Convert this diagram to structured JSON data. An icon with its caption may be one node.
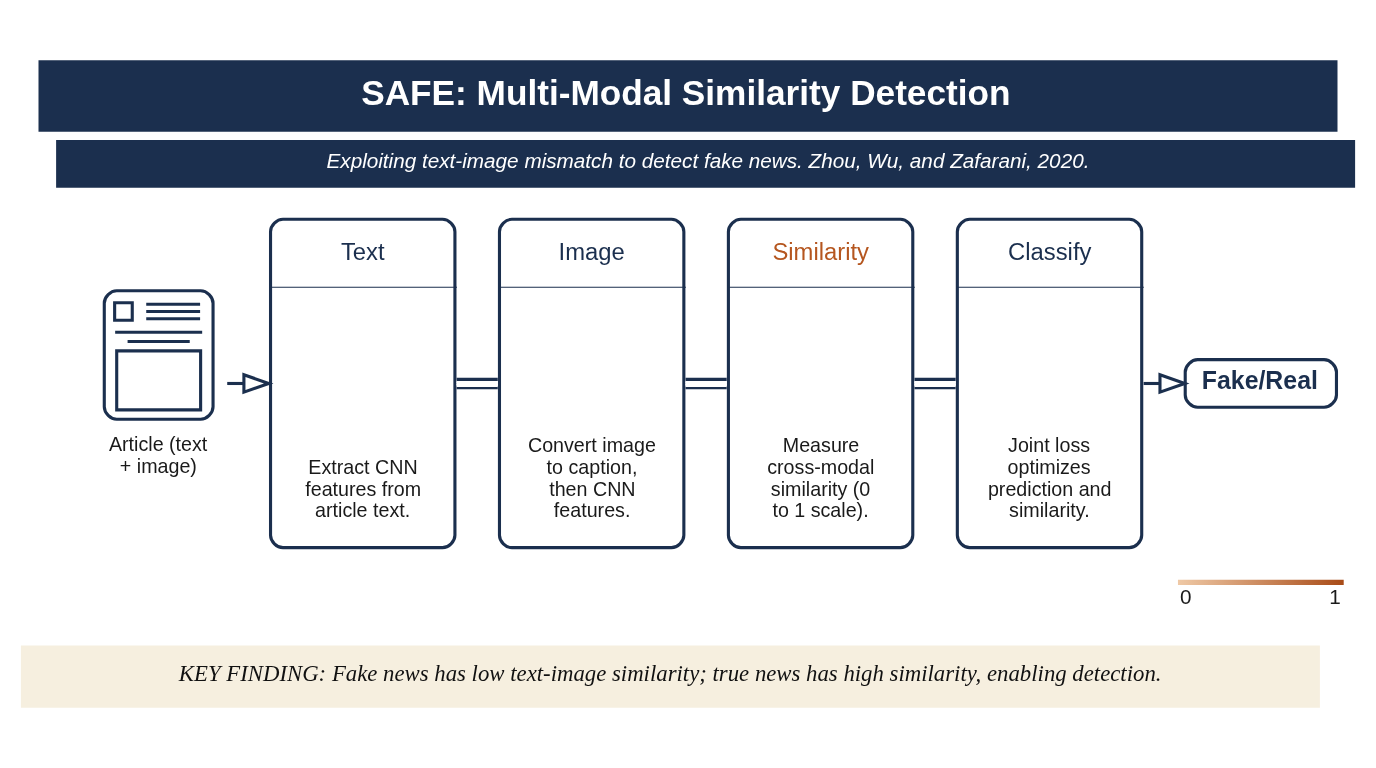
{
  "diagram": {
    "title": "SAFE: Multi-Modal Similarity Detection",
    "caption": "KEY FINDING: Fake news has low text-image similarity; true news has high similarity, enabling detection.",
    "nodes": [
      {
        "text": [],
        "shape": "picture",
        "beside": [
          "Article (text + image)"
        ]
      },
      {
        "text": [
          "Text",
          "Extract CNN features from article text."
        ]
      },
      {
        "text": [
          "Image",
          "Convert image to caption, then CNN features."
        ]
      },
      {
        "text": [
          "Similarity",
          "Measure cross-modal similarity (0 to 1 scale)."
        ]
      },
      {
        "text": [
          "Classify",
          "Joint loss optimizes prediction and similarity."
        ]
      },
      {
        "text": [
          "Fake/Real"
        ]
      }
    ],
    "edges": [
      {
        "from": 0,
        "to": 1,
        "arrow": "to"
      },
      {
        "from": 1,
        "to": 2,
        "arrow": "none"
      },
      {
        "from": 2,
        "to": 3,
        "arrow": "none"
      },
      {
        "from": 3,
        "to": 4,
        "arrow": "none"
      },
      {
        "from": 4,
        "to": 5,
        "arrow": "to"
      }
    ],
    "labels": [
      "Exploiting text-image mismatch to detect fake news. Zhou, Wu, and Zafarani, 2020.",
      "0",
      "1"
    ]
  }
}
